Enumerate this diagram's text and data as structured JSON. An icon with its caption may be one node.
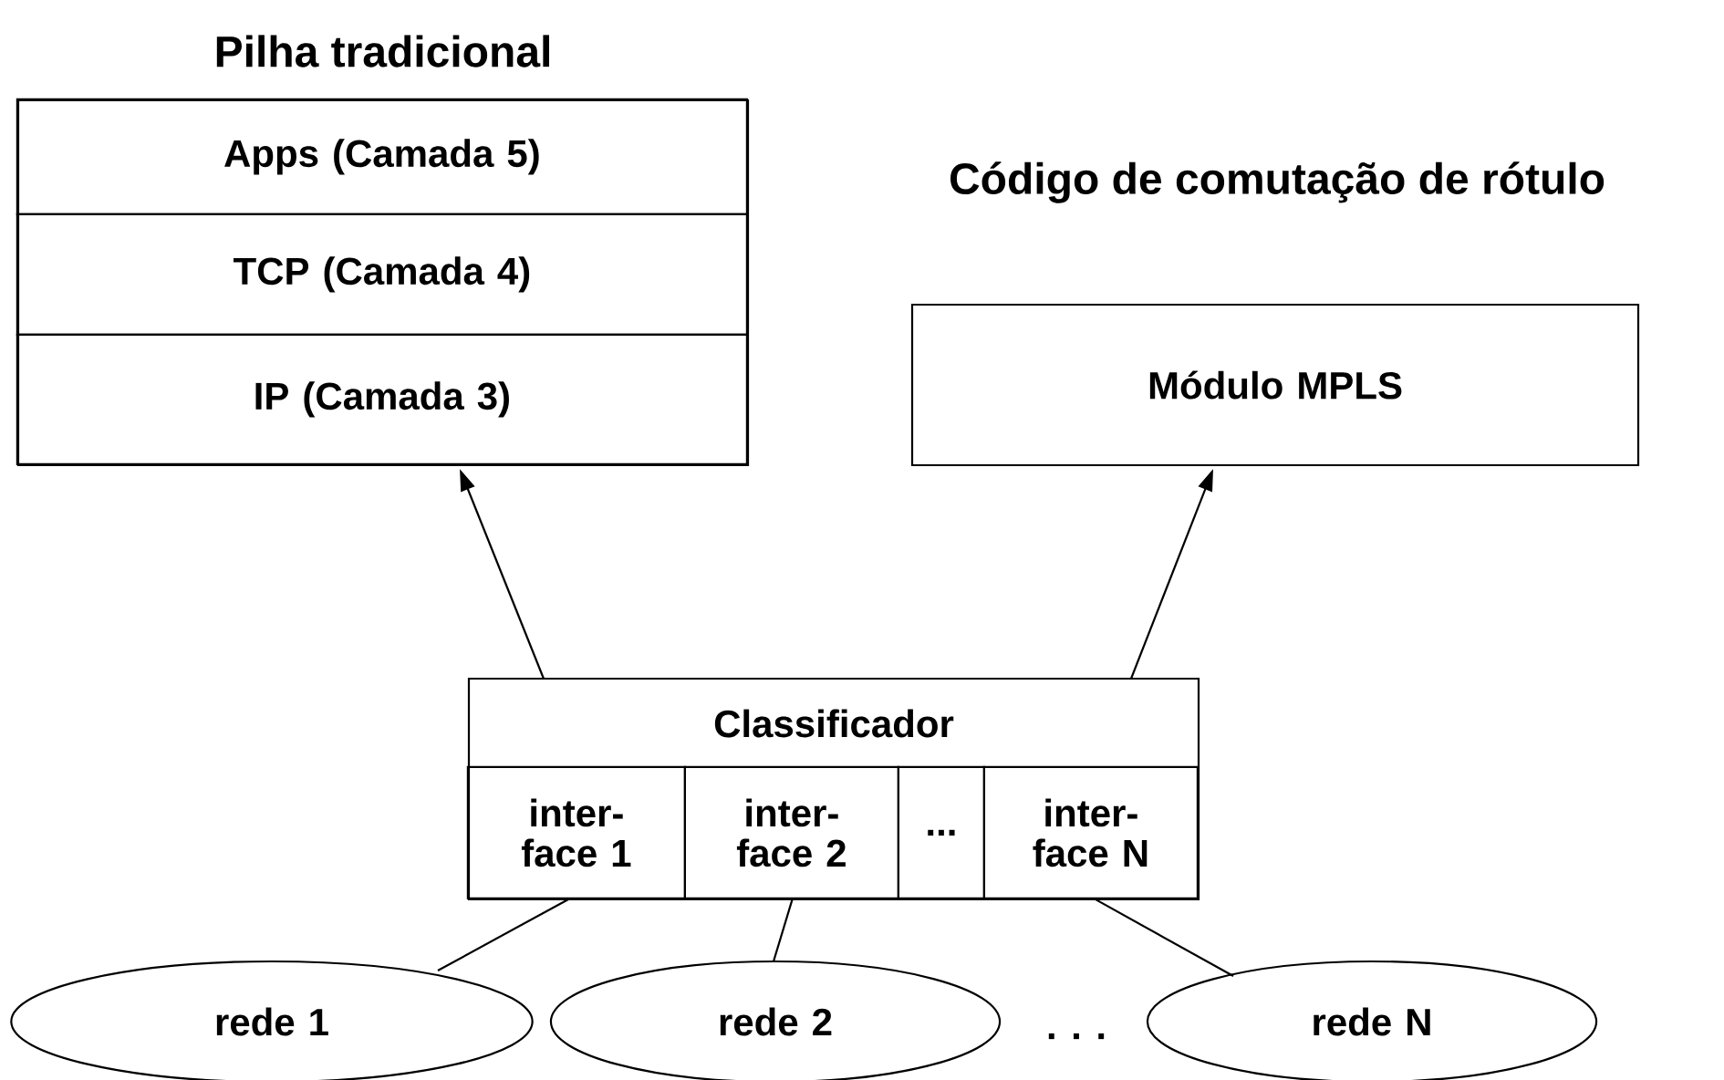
{
  "diagram": {
    "nodes": [
      {
        "text": [
          "Pilha tradicional"
        ]
      },
      {
        "text": [
          "Apps (Camada 5)"
        ],
        "in": 0
      },
      {
        "text": [
          "TCP (Camada 4)"
        ],
        "in": 0
      },
      {
        "text": [
          "IP (Camada 3)"
        ],
        "in": 0
      },
      {
        "text": [
          "Código de comutação de rótulo",
          "Módulo MPLS"
        ]
      },
      {
        "text": [
          "Classificador"
        ]
      },
      {
        "text": [
          "inter- face 1"
        ],
        "in": 5
      },
      {
        "text": [
          "inter- face 2"
        ],
        "in": 5
      },
      {
        "text": [
          "..."
        ],
        "in": 5
      },
      {
        "text": [
          "inter- face N"
        ],
        "in": 5
      },
      {
        "text": [
          "rede 1"
        ]
      },
      {
        "text": [
          "rede 2"
        ]
      },
      {
        "text": [
          "rede N"
        ]
      }
    ],
    "edges": [
      {
        "from": 5,
        "to": 0,
        "arrow": "to"
      },
      {
        "from": 5,
        "to": 4,
        "arrow": "to"
      },
      {
        "from": 10,
        "to": 6,
        "arrow": "none"
      },
      {
        "from": 11,
        "to": 7,
        "arrow": "none"
      },
      {
        "from": 12,
        "to": 9,
        "arrow": "none"
      }
    ],
    "labels": [
      ". . ."
    ]
  }
}
